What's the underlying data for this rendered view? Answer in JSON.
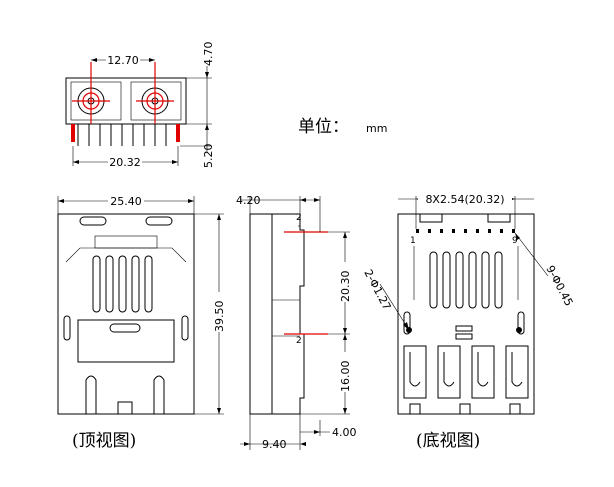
{
  "unit_label": "单位：",
  "unit_value": "mm",
  "captions": {
    "top_view": "(顶视图)",
    "bottom_view": "(底视图)"
  },
  "dimensions": {
    "pitch_top": "12.70",
    "height_top": "4.70",
    "pin_len": "5.20",
    "pin_span": "20.32",
    "width": "25.40",
    "length": "39.50",
    "side_top": "4.20",
    "side_upper": "20.30",
    "side_lower": "16.00",
    "side_bottom_a": "9.40",
    "side_bottom_b": "4.00",
    "pin_pitch": "8X2.54(20.32)",
    "hole_small": "2-Φ1.27",
    "hole_pins": "9-Φ0.45"
  },
  "pin_labels": {
    "first": "1",
    "last": "9"
  }
}
